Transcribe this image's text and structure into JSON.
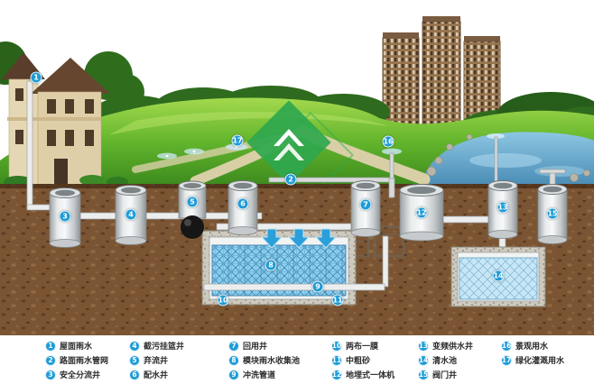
{
  "colors": {
    "badge_blue": "#1e9cd7",
    "logo_green": "#2fa84e",
    "grass_green": "#63b52c",
    "soil_brown": "#7b5533",
    "water_blue": "#8fd0ef"
  },
  "legend": {
    "items": [
      {
        "num": "1",
        "label": "屋面雨水"
      },
      {
        "num": "2",
        "label": "路面雨水管网"
      },
      {
        "num": "3",
        "label": "安全分流井"
      },
      {
        "num": "4",
        "label": "截污挂篮井"
      },
      {
        "num": "5",
        "label": "弃流井"
      },
      {
        "num": "6",
        "label": "配水井"
      },
      {
        "num": "7",
        "label": "回用井"
      },
      {
        "num": "8",
        "label": "模块雨水收集池"
      },
      {
        "num": "9",
        "label": "冲洗管道"
      },
      {
        "num": "10",
        "label": "两布一膜"
      },
      {
        "num": "11",
        "label": "中粗砂"
      },
      {
        "num": "12",
        "label": "地埋式一体机"
      },
      {
        "num": "13",
        "label": "变频供水井"
      },
      {
        "num": "14",
        "label": "清水池"
      },
      {
        "num": "15",
        "label": "阀门井"
      },
      {
        "num": "16",
        "label": "景观用水"
      },
      {
        "num": "17",
        "label": "绿化灌溉用水"
      }
    ]
  }
}
